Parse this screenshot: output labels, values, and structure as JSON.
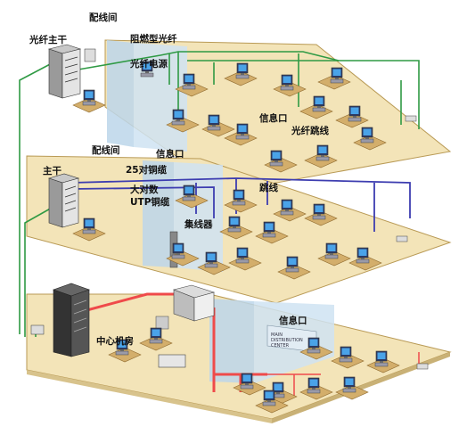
{
  "labels": {
    "fiber_backbone": "光纤主干",
    "wiring_closet_top": "配线间",
    "flame_retardant_fiber": "阻燃型光纤",
    "fiber_power": "光纤电源",
    "info_outlet_top_right": "信息口",
    "fiber_patch": "光纤跳线",
    "info_outlet_top_left": "信息口",
    "wiring_closet_mid": "配线间",
    "backbone": "主干",
    "copper_25pair": "25对铜缆",
    "large_pair": "大对数",
    "utp_cable": "UTP铜缆",
    "patch_cable": "跳线",
    "hub": "集线器",
    "info_outlet_bottom": "信息口",
    "central_room": "中心机房",
    "sign_text": "MAIN DISTRIBUTION CENTER"
  },
  "colors": {
    "floor": "#f3e4b8",
    "floor_edge": "#b99a55",
    "riser": "#bcd6ea",
    "fiber_green": "#2f9a44",
    "copper_blue": "#3d3db0",
    "trunk_red": "#ef4a4a"
  }
}
